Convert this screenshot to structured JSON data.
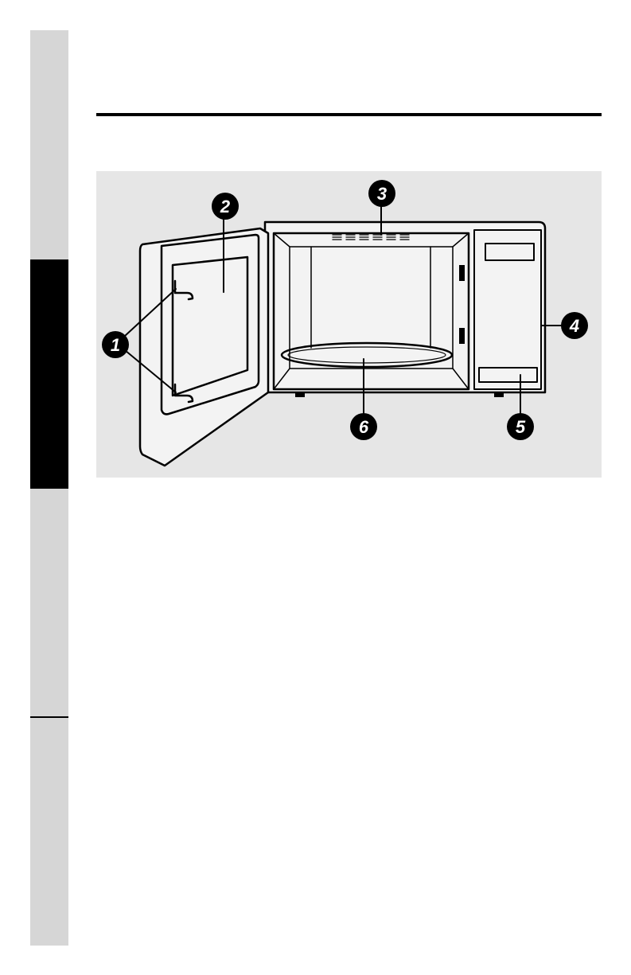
{
  "callouts": [
    {
      "number": "1",
      "target": "door-latches"
    },
    {
      "number": "2",
      "target": "door-window"
    },
    {
      "number": "3",
      "target": "vent-grille"
    },
    {
      "number": "4",
      "target": "control-panel"
    },
    {
      "number": "5",
      "target": "feature-label"
    },
    {
      "number": "6",
      "target": "turntable"
    }
  ],
  "colors": {
    "tab_light": "#d6d6d6",
    "tab_active": "#000000",
    "figure_bg": "#e6e6e6",
    "line": "#000000"
  }
}
